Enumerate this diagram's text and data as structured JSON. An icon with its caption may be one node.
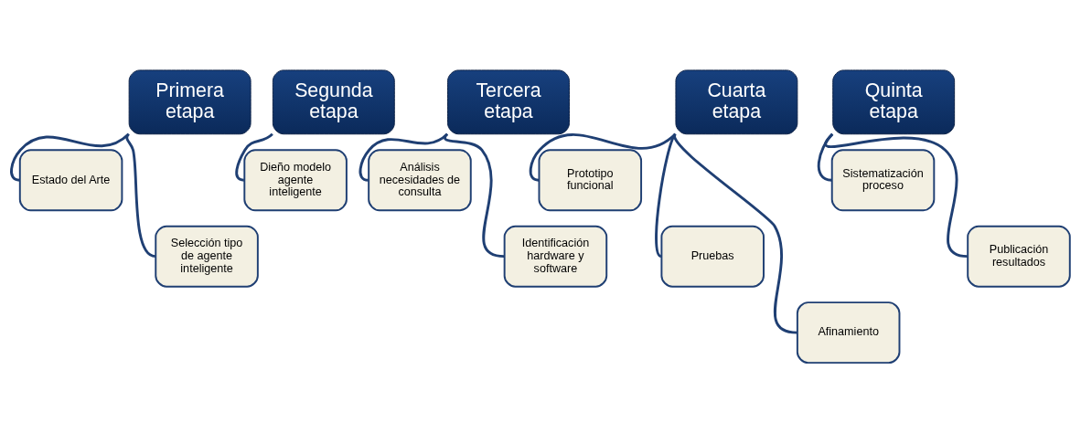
{
  "diagram": {
    "nodes": [
      {
        "text": [
          "Primera etapa"
        ]
      },
      {
        "text": [
          "Estado del Arte"
        ]
      },
      {
        "text": [
          "Selección tipo de agente inteligente"
        ]
      },
      {
        "text": [
          "Segunda etapa"
        ]
      },
      {
        "text": [
          "Dieño modelo agente inteligente"
        ]
      },
      {
        "text": [
          "Tercera etapa"
        ]
      },
      {
        "text": [
          "Análisis necesidades de consulta"
        ]
      },
      {
        "text": [
          "Identificación hardware y software"
        ]
      },
      {
        "text": [
          "Cuarta etapa"
        ]
      },
      {
        "text": [
          "Prototipo funcional"
        ]
      },
      {
        "text": [
          "Pruebas"
        ]
      },
      {
        "text": [
          "Afinamiento"
        ]
      },
      {
        "text": [
          "Quinta etapa"
        ]
      },
      {
        "text": [
          "Sistematización proceso"
        ]
      },
      {
        "text": [
          "Publicación resultados"
        ]
      }
    ],
    "edges": [
      {
        "from": 0,
        "to": 1,
        "arrow": "none"
      },
      {
        "from": 0,
        "to": 2,
        "arrow": "none"
      },
      {
        "from": 3,
        "to": 4,
        "arrow": "none"
      },
      {
        "from": 5,
        "to": 6,
        "arrow": "none"
      },
      {
        "from": 5,
        "to": 7,
        "arrow": "none"
      },
      {
        "from": 8,
        "to": 9,
        "arrow": "none"
      },
      {
        "from": 8,
        "to": 10,
        "arrow": "none"
      },
      {
        "from": 8,
        "to": 11,
        "arrow": "none"
      },
      {
        "from": 12,
        "to": 13,
        "arrow": "none"
      },
      {
        "from": 12,
        "to": 14,
        "arrow": "none"
      }
    ]
  }
}
